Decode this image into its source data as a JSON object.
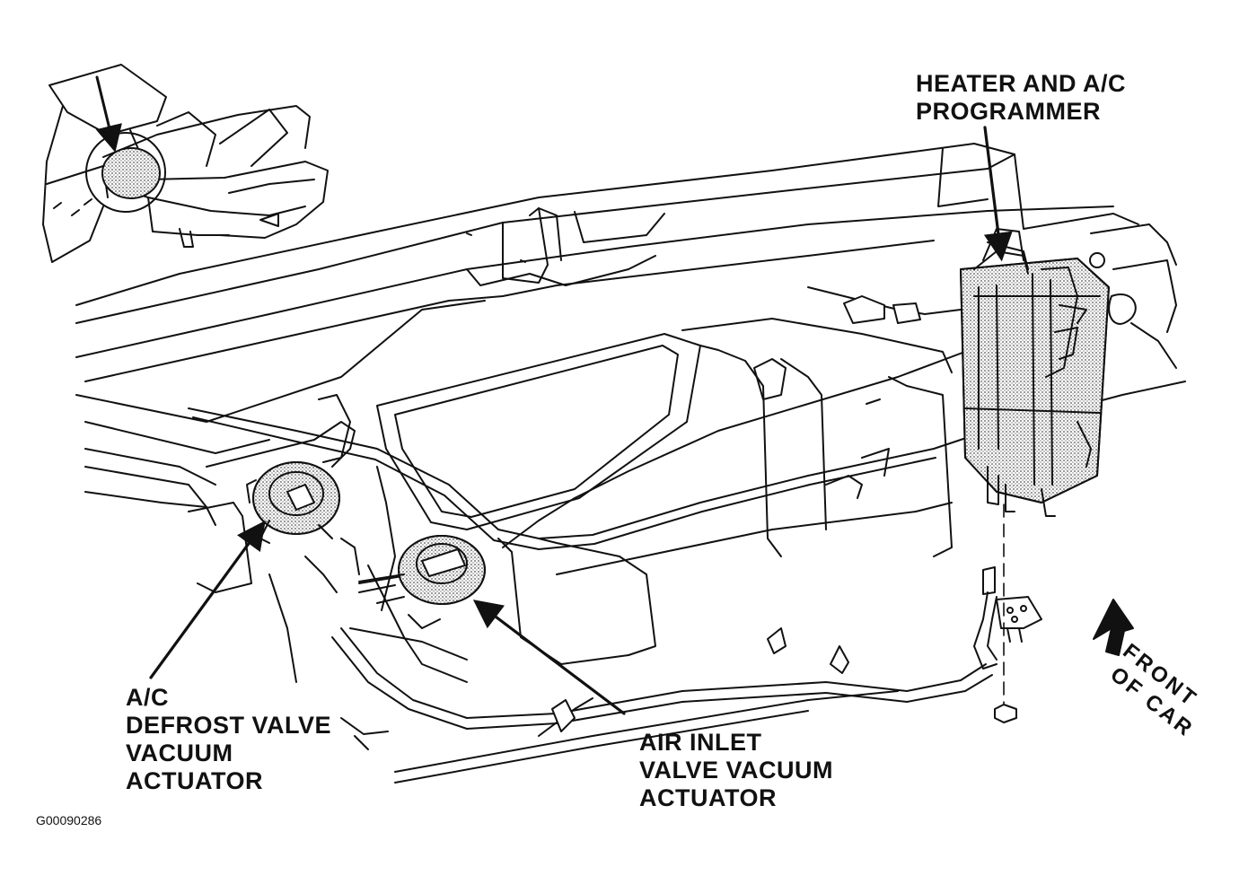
{
  "labels": {
    "programmer": [
      "HEATER AND A/C",
      "PROGRAMMER"
    ],
    "defrost": [
      "A/C",
      "DEFROST VALVE",
      "VACUUM",
      "ACTUATOR"
    ],
    "inlet": [
      "AIR INLET",
      "VALVE VACUUM",
      "ACTUATOR"
    ],
    "front_of_car": [
      "FRONT",
      "OF CAR"
    ]
  },
  "figure_id": "G00090286",
  "colors": {
    "ink": "#111111",
    "paper": "#ffffff",
    "shade": "#8a8a8a"
  }
}
